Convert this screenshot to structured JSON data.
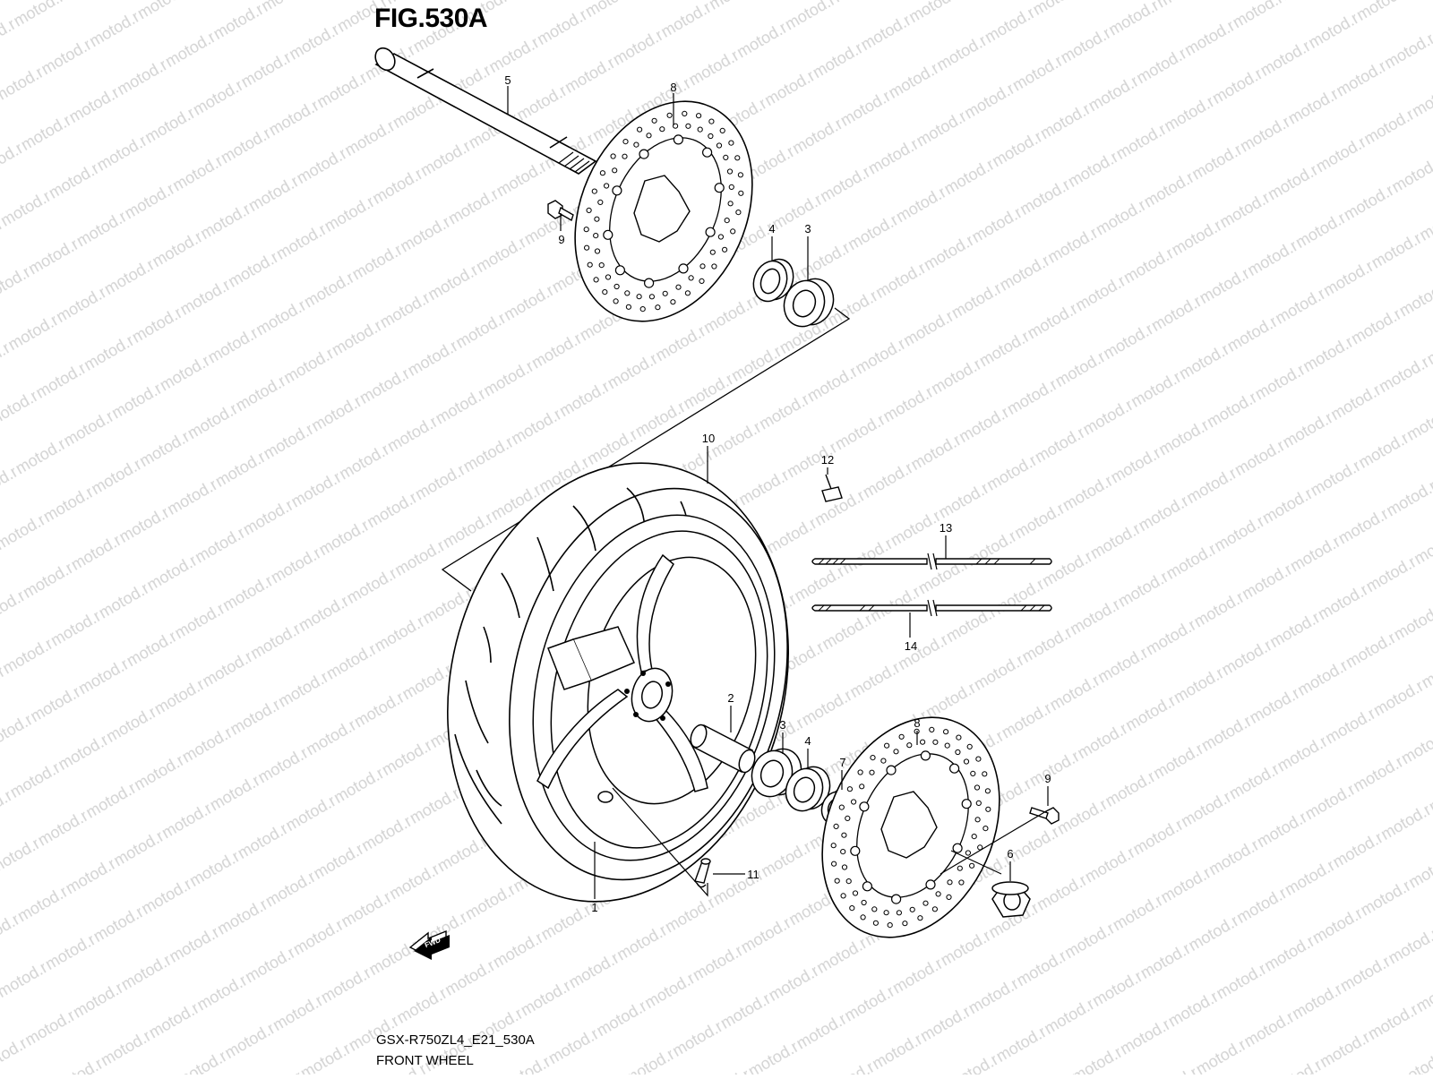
{
  "figure": {
    "title": "FIG.530A",
    "model_code": "GSX-R750ZL4_E21_530A",
    "name": "FRONT WHEEL"
  },
  "watermark": {
    "text": "motod.ru",
    "color": "#d3d3d3"
  },
  "callouts": [
    {
      "id": "c5",
      "label": "5"
    },
    {
      "id": "c8a",
      "label": "8"
    },
    {
      "id": "c9a",
      "label": "9"
    },
    {
      "id": "c4a",
      "label": "4"
    },
    {
      "id": "c3a",
      "label": "3"
    },
    {
      "id": "c10",
      "label": "10"
    },
    {
      "id": "c12",
      "label": "12"
    },
    {
      "id": "c13",
      "label": "13"
    },
    {
      "id": "c14",
      "label": "14"
    },
    {
      "id": "c2",
      "label": "2"
    },
    {
      "id": "c3b",
      "label": "3"
    },
    {
      "id": "c4b",
      "label": "4"
    },
    {
      "id": "c7",
      "label": "7"
    },
    {
      "id": "c8b",
      "label": "8"
    },
    {
      "id": "c9b",
      "label": "9"
    },
    {
      "id": "c6",
      "label": "6"
    },
    {
      "id": "c11",
      "label": "11"
    },
    {
      "id": "c1",
      "label": "1"
    }
  ],
  "direction_marker": {
    "text": "FWD",
    "icon": "forward-arrow-icon"
  }
}
